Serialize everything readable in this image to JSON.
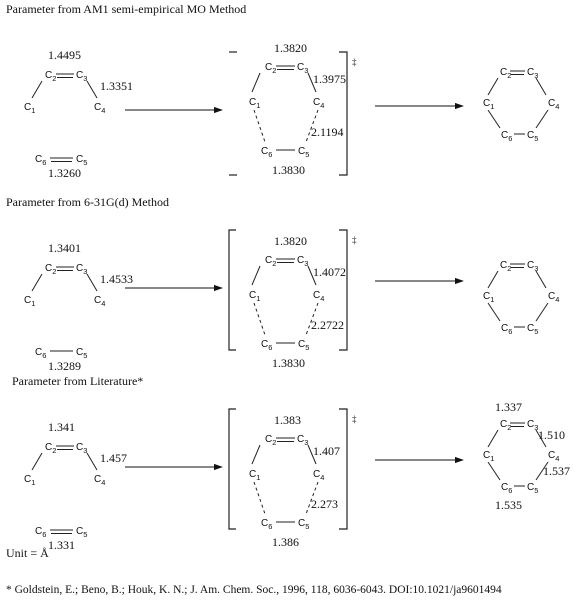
{
  "sections": [
    {
      "heading": "Parameter from AM1 semi-empirical MO Method",
      "reactants": {
        "c1": "C",
        "c2": "C",
        "c3": "C",
        "c4": "C",
        "c5": "C",
        "c6": "C",
        "len_top": "1.4495",
        "len_right": "1.3351",
        "len_bottom": "1.3260"
      },
      "ts": {
        "len_top": "1.3820",
        "len_right": "1.3975",
        "len_forming": "2.1194",
        "len_bottom": "1.3830",
        "mark": "‡"
      },
      "product": {}
    },
    {
      "heading": "Parameter from 6-31G(d) Method",
      "reactants": {
        "c1": "C",
        "c2": "C",
        "c3": "C",
        "c4": "C",
        "c5": "C",
        "c6": "C",
        "len_top": "1.3401",
        "len_right": "1.4533",
        "len_bottom": "1.3289"
      },
      "ts": {
        "len_top": "1.3820",
        "len_right": "1.4072",
        "len_forming": "2.2722",
        "len_bottom": "1.3830",
        "mark": "‡"
      },
      "product": {}
    },
    {
      "heading": "Parameter from Literature*",
      "reactants": {
        "c1": "C",
        "c2": "C",
        "c3": "C",
        "c4": "C",
        "c5": "C",
        "c6": "C",
        "len_top": "1.341",
        "len_right": "1.457",
        "len_bottom": "1.331"
      },
      "ts": {
        "len_top": "1.383",
        "len_right": "1.407",
        "len_forming": "2.273",
        "len_bottom": "1.386",
        "mark": "‡"
      },
      "product": {
        "len_top": "1.337",
        "len_right": "1.510",
        "len_right2": "1.537",
        "len_bottom": "1.535"
      }
    }
  ],
  "atom_subscripts": [
    "1",
    "2",
    "3",
    "4",
    "5",
    "6"
  ],
  "unit_note": "Unit = Å",
  "reference": "* Goldstein, E.; Beno, B.; Houk, K. N.; J. Am. Chem. Soc., 1996, 118, 6036-6043. DOI:10.1021/ja9601494"
}
